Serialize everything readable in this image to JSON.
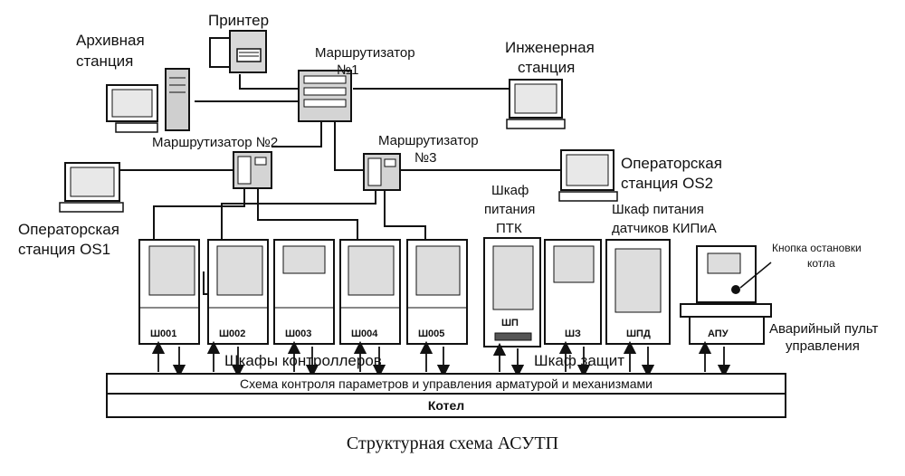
{
  "caption": "Структурная схема АСУТП",
  "stations": {
    "printer": "Принтер",
    "archive": [
      "Архивная",
      "станция"
    ],
    "engineering": [
      "Инженерная",
      "станция"
    ],
    "os1": [
      "Операторская",
      "станция OS1"
    ],
    "os2": [
      "Операторская",
      "станция OS2"
    ]
  },
  "routers": {
    "r1": [
      "Маршрутизатор",
      "№1"
    ],
    "r2": "Маршрутизатор  №2",
    "r3": [
      "Маршрутизатор",
      "№3"
    ]
  },
  "cabinets": {
    "controllers": [
      "Ш001",
      "Ш002",
      "Ш003",
      "Ш004",
      "Ш005"
    ],
    "controllers_label": "Шкафы контроллеров",
    "ptk_power_label": [
      "Шкаф",
      "питания",
      "ПТК"
    ],
    "ptk_power_tag": "ШП",
    "protection_tag": "ШЗ",
    "protection_label": "Шкаф защит",
    "sensors_power_label": [
      "Шкаф питания",
      "датчиков КИПиА"
    ],
    "sensors_power_tag": "ШПД"
  },
  "emergency": {
    "panel_tag": "АПУ",
    "stop_button_label": [
      "Кнопка остановки",
      "котла"
    ],
    "panel_label": [
      "Аварийный пульт",
      "управления"
    ]
  },
  "bars": {
    "control_scheme": "Схема контроля параметров и управления арматурой и механизмами",
    "boiler": "Котел"
  }
}
